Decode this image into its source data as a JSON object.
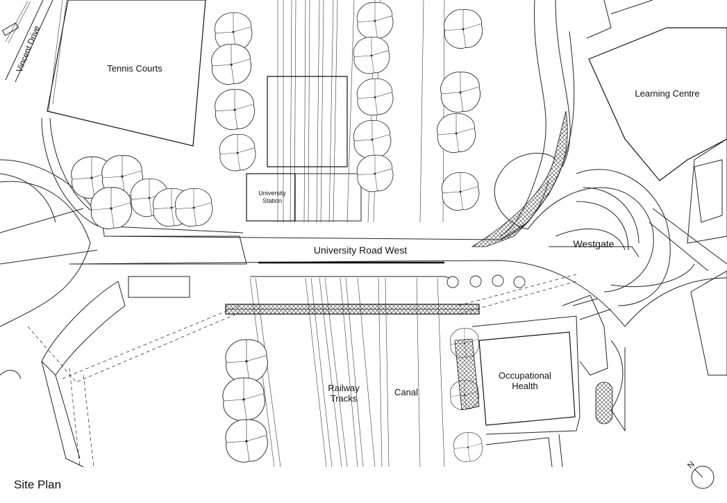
{
  "labels": {
    "vincent_drive": "Vincent Drive",
    "tennis_courts": "Tennis Courts",
    "learning_centre": "Learning Centre",
    "university_station_line1": "University",
    "university_station_line2": "Station",
    "university_road_west": "University Road West",
    "westgate": "Westgate",
    "railway_tracks_line1": "Railway",
    "railway_tracks_line2": "Tracks",
    "canal": "Canal",
    "occupational_health_line1": "Occupational",
    "occupational_health_line2": "Health",
    "site_plan": "Site Plan",
    "north_letter": "N"
  },
  "colors": {
    "line": "#222222",
    "background": "#ffffff",
    "hatch": "#333333"
  }
}
